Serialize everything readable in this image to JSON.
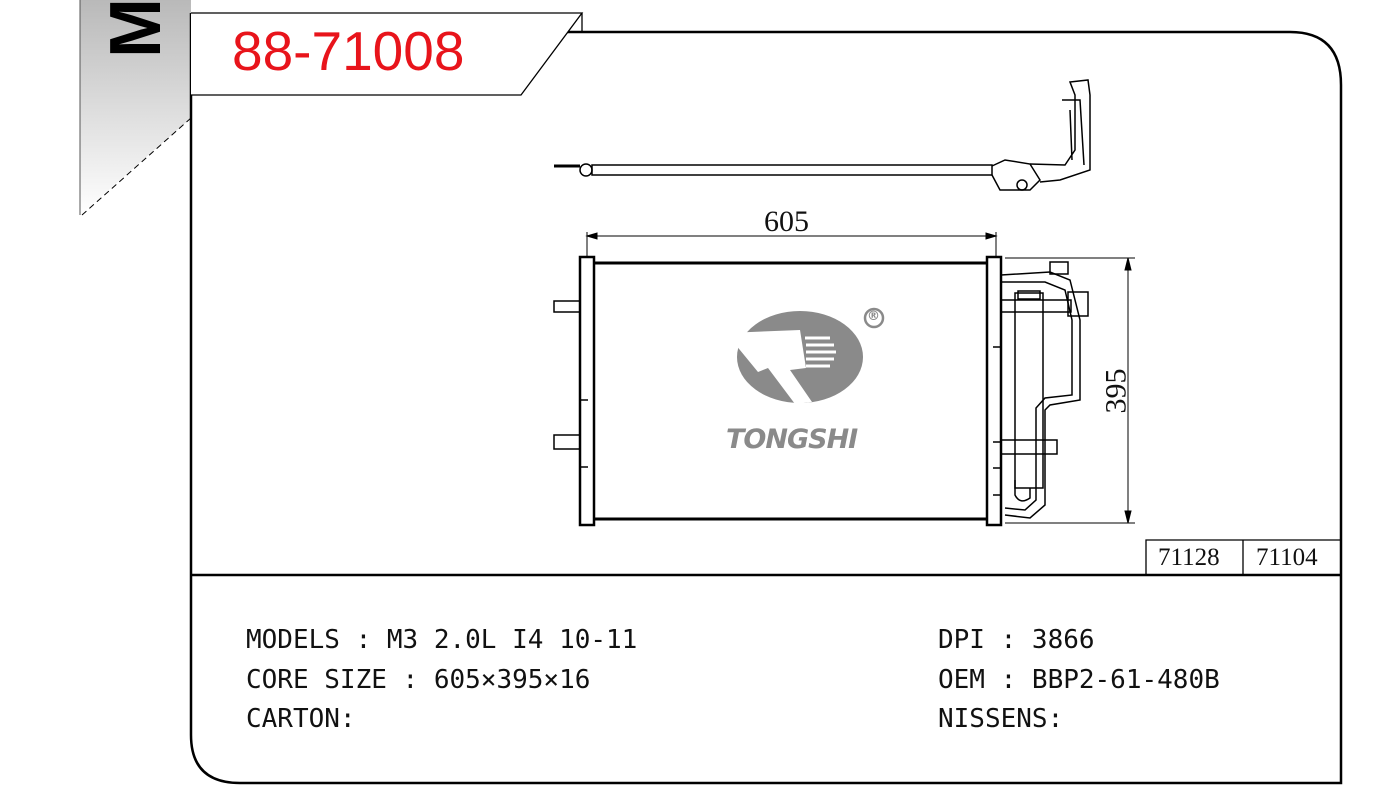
{
  "header": {
    "tab_letter": "M",
    "part_number": "88-71008"
  },
  "drawing": {
    "width_dim": "605",
    "height_dim": "395",
    "brand": "TONGSHI",
    "registered_mark": "®"
  },
  "cross_refs": [
    "71128",
    "71104"
  ],
  "specs": {
    "left": [
      {
        "label": "MODELS",
        "value": "M3 2.0L I4 10-11",
        "text": "MODELS : M3 2.0L I4 10-11"
      },
      {
        "label": "CORE SIZE",
        "value": "605×395×16",
        "text": "CORE SIZE : 605×395×16"
      },
      {
        "label": "CARTON",
        "value": "",
        "text": "CARTON:"
      }
    ],
    "right": [
      {
        "label": "DPI",
        "value": "3866",
        "text": "DPI : 3866"
      },
      {
        "label": "OEM",
        "value": "BBP2-61-480B",
        "text": "OEM : BBP2-61-480B"
      },
      {
        "label": "NISSENS",
        "value": "",
        "text": "NISSENS:"
      }
    ]
  },
  "colors": {
    "part_number": "#e8141b",
    "logo_gray": "#8a8a8a"
  }
}
